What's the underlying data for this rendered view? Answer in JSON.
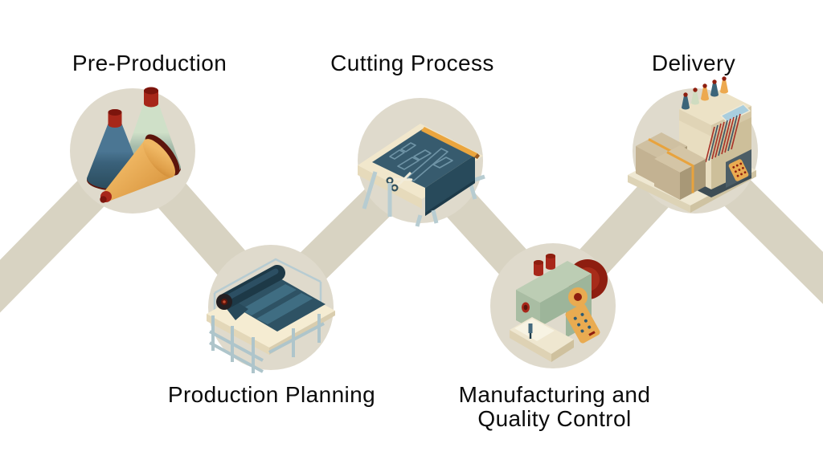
{
  "diagram": {
    "type": "process-flow-zigzag",
    "background_color": "#ffffff",
    "path_color": "#d8d3c2",
    "node_color": "#dfdacc",
    "text_color": "#0b0b0b",
    "steps": [
      {
        "label": "Pre-Production",
        "icon": "thread-cones-icon",
        "label_position": "top"
      },
      {
        "label": "Production Planning",
        "icon": "fabric-spreading-table-icon",
        "label_position": "bottom"
      },
      {
        "label": "Cutting Process",
        "icon": "cutting-table-icon",
        "label_position": "top"
      },
      {
        "label": "Manufacturing and Quality Control",
        "icon": "sewing-machine-icon",
        "label_position": "bottom"
      },
      {
        "label": "Delivery",
        "icon": "packing-machine-and-boxes-icon",
        "label_position": "top"
      }
    ],
    "icon_palette": {
      "cream": "#efe7cf",
      "dark_teal": "#2e5163",
      "sage_green": "#a9bda3",
      "orange": "#e9a84e",
      "dark_red": "#a8271a",
      "steel_blue": "#b7ccd1",
      "box_tan": "#c3b292"
    }
  }
}
